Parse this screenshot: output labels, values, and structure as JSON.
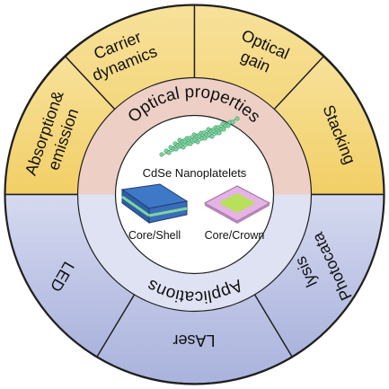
{
  "center": {
    "title": "CdSe Nanoplatelets",
    "left_label": "Core/Shell",
    "right_label": "Core/Crown"
  },
  "inner_ring": {
    "top_label": "Optical properties",
    "bottom_label": "Applications"
  },
  "outer_ring": {
    "optical": [
      "Absorption&",
      "emission"
    ],
    "carrier": [
      "Carrier",
      "dynamics"
    ],
    "gain": [
      "Optical",
      "gain"
    ],
    "stacking": "Stacking",
    "photo": [
      "Photocata",
      "lysis"
    ],
    "laser": "LAser",
    "led": "LED"
  },
  "colors": {
    "outline": "#202020",
    "top_outer": "#f2cf66",
    "top_outer_light": "#f7e19a",
    "bottom_outer": "#c7cdea",
    "bottom_outer_dark": "#aab3dd",
    "inner_top": "#eecfc6",
    "inner_bottom": "#dfe2f2",
    "core": "#ffffff",
    "platelet_green": "#7fd3a0",
    "shell_blue": "#3e78c7",
    "crown_pink": "#e6b3e6",
    "crown_green": "#b8e05a"
  }
}
